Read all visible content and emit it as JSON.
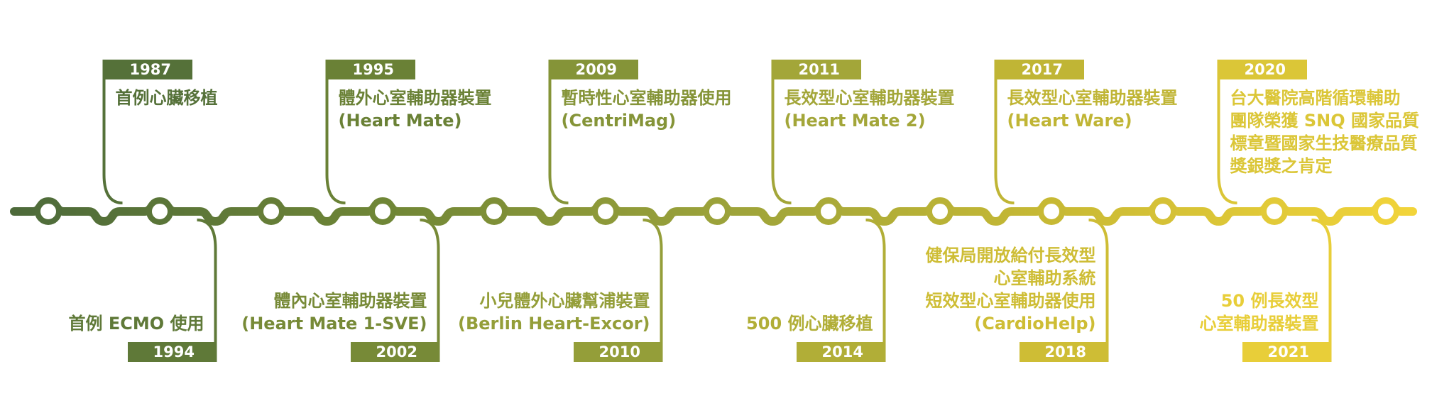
{
  "colors": {
    "gradient": [
      "#4d6a3a",
      "#6d8436",
      "#9ba23a",
      "#c9ba34",
      "#f2d43a"
    ]
  },
  "events": [
    {
      "year": "1987",
      "text": "首例心臟移植",
      "side": "top"
    },
    {
      "year": "1994",
      "text": "首例 ECMO 使用",
      "side": "bottom"
    },
    {
      "year": "1995",
      "text": "體外心室輔助器裝置\n(Heart Mate)",
      "side": "top"
    },
    {
      "year": "2002",
      "text": "體內心室輔助器裝置\n(Heart Mate 1-SVE)",
      "side": "bottom"
    },
    {
      "year": "2009",
      "text": "暫時性心室輔助器使用\n(CentriMag)",
      "side": "top"
    },
    {
      "year": "2010",
      "text": "小兒體外心臟幫浦裝置\n(Berlin Heart-Excor)",
      "side": "bottom"
    },
    {
      "year": "2011",
      "text": "長效型心室輔助器裝置\n(Heart Mate 2)",
      "side": "top"
    },
    {
      "year": "2014",
      "text": "500 例心臟移植",
      "side": "bottom"
    },
    {
      "year": "2017",
      "text": "長效型心室輔助器裝置\n(Heart Ware)",
      "side": "top"
    },
    {
      "year": "2018",
      "text": "健保局開放給付長效型\n心室輔助系統\n短效型心室輔助器使用\n(CardioHelp)",
      "side": "bottom"
    },
    {
      "year": "2020",
      "text": "台大醫院高階循環輔助\n團隊榮獲 SNQ 國家品質\n標章暨國家生技醫療品質\n獎銀獎之肯定",
      "side": "top"
    },
    {
      "year": "2021",
      "text": "50 例長效型\n心室輔助器裝置",
      "side": "bottom"
    }
  ]
}
